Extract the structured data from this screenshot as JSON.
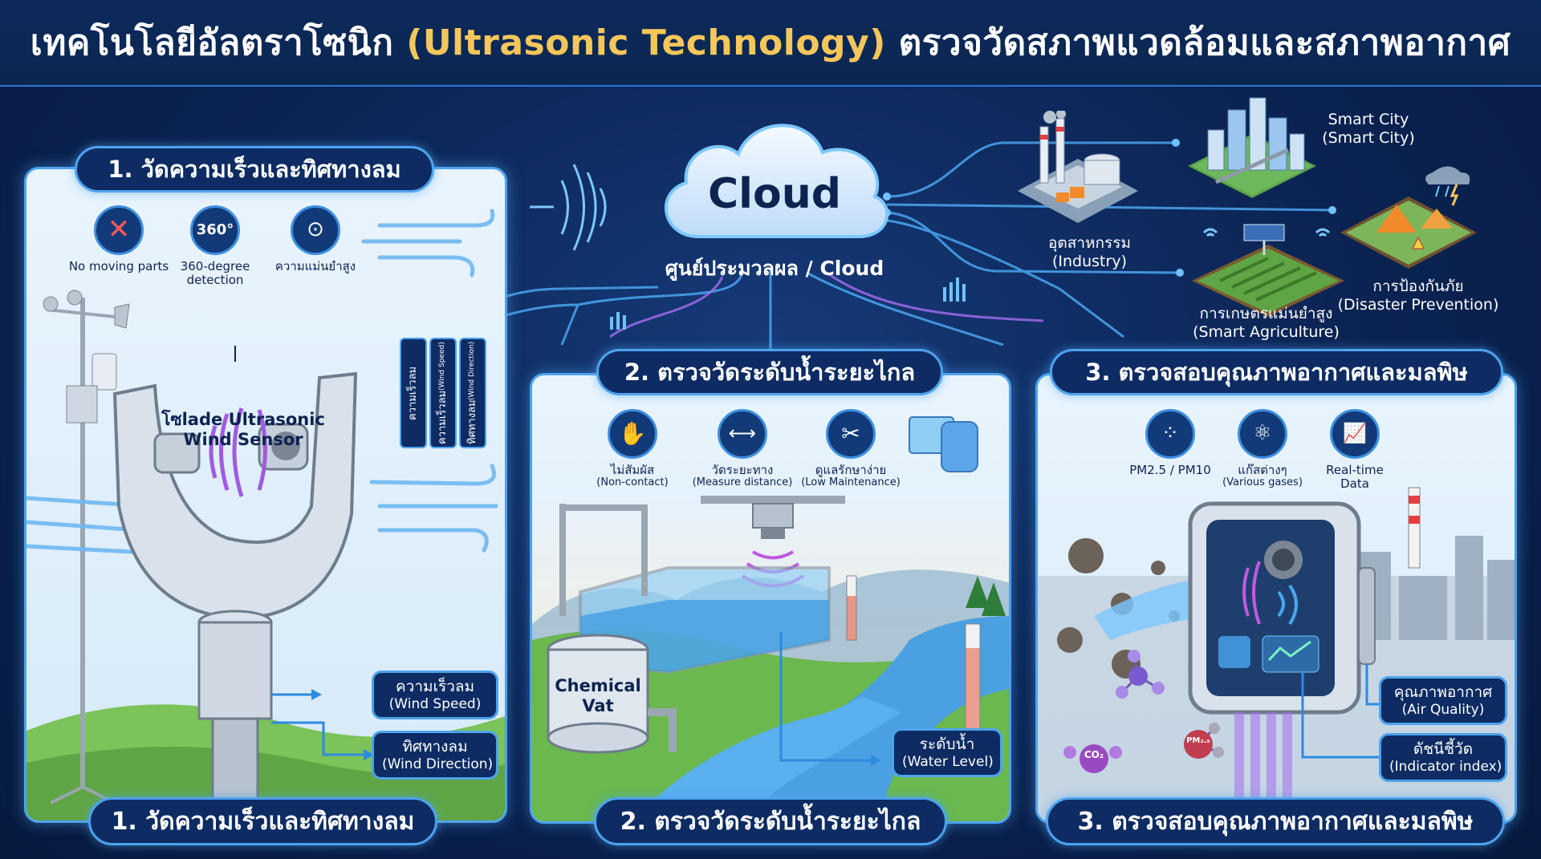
{
  "title": {
    "prefix": "เทคโนโลยีอัลตราโซนิก ",
    "highlight": "(Ultrasonic Technology)",
    "suffix": " ตรวจวัดสภาพแวดล้อมและสภาพอากาศ"
  },
  "cloud": {
    "label": "Cloud",
    "caption": "ศูนย์ประมวลผล / Cloud"
  },
  "applications": [
    {
      "line1": "Smart City",
      "line2": "(Smart City)"
    },
    {
      "line1": "อุตสาหกรรม",
      "line2": "(Industry)"
    },
    {
      "line1": "การป้องกันภัย",
      "line2": "(Disaster Prevention)"
    },
    {
      "line1": "การเกษตรแม่นยำสูง",
      "line2": "(Smart Agriculture)"
    }
  ],
  "panel1": {
    "header": "1. วัดความเร็วและทิศทางลม",
    "footer": "1. วัดความเร็วและทิศทางลม",
    "features": [
      {
        "icon": "no-moving-parts-icon",
        "label": "No moving parts"
      },
      {
        "icon": "360-degree-icon",
        "glyph": "360°",
        "label": "360-degree",
        "label2": "detection"
      },
      {
        "icon": "target-check-icon",
        "label": "ความแม่นยำสูง"
      }
    ],
    "sensor_label_1": "โซlade Ultrasonic",
    "sensor_label_2": "Wind Sensor",
    "tabs": [
      {
        "th": "ความเร็วลม",
        "en": ""
      },
      {
        "th": "ความเร็วลม",
        "en": "(Wind Speed)"
      },
      {
        "th": "ทิศทางลม",
        "en": "(Wind Direction)"
      }
    ],
    "outputs": [
      {
        "th": "ความเร็วลม",
        "en": "(Wind Speed)"
      },
      {
        "th": "ทิศทางลม",
        "en": "(Wind Direction)"
      }
    ]
  },
  "panel2": {
    "header": "2. ตรวจวัดระดับน้ำระยะไกล",
    "footer": "2. ตรวจวัดระดับน้ำระยะไกล",
    "features": [
      {
        "icon": "hand-icon",
        "label": "ไม่สัมผัส",
        "sub": "(Non-contact)"
      },
      {
        "icon": "measure-distance-icon",
        "label": "วัดระยะทาง",
        "sub": "(Measure distance)"
      },
      {
        "icon": "tools-icon",
        "label": "ดูแลรักษาง่าย",
        "sub": "(Low Maintenance)"
      }
    ],
    "vat_label_1": "Chemical",
    "vat_label_2": "Vat",
    "output": {
      "th": "ระดับน้ำ",
      "en": "(Water Level)"
    }
  },
  "panel3": {
    "header": "3. ตรวจสอบคุณภาพอากาศและมลพิษ",
    "footer": "3. ตรวจสอบคุณภาพอากาศและมลพิษ",
    "features": [
      {
        "icon": "particles-icon",
        "label": "PM2.5 / PM10",
        "sub": ""
      },
      {
        "icon": "molecules-icon",
        "label": "แก๊สต่างๆ",
        "sub": "(Various gases)"
      },
      {
        "icon": "chart-icon",
        "label": "Real-time",
        "sub": "Data"
      }
    ],
    "molecules": [
      "CO₂",
      "PM₂.₅"
    ],
    "outputs": [
      {
        "th": "คุณภาพอากาศ",
        "en": "(Air Quality)"
      },
      {
        "th": "ดัชนีชี้วัด",
        "en": "(Indicator index)"
      }
    ]
  },
  "colors": {
    "accent": "#4da3ee",
    "highlight": "#f5c75a",
    "navy": "#0e2c63",
    "background": "#0b2352"
  }
}
